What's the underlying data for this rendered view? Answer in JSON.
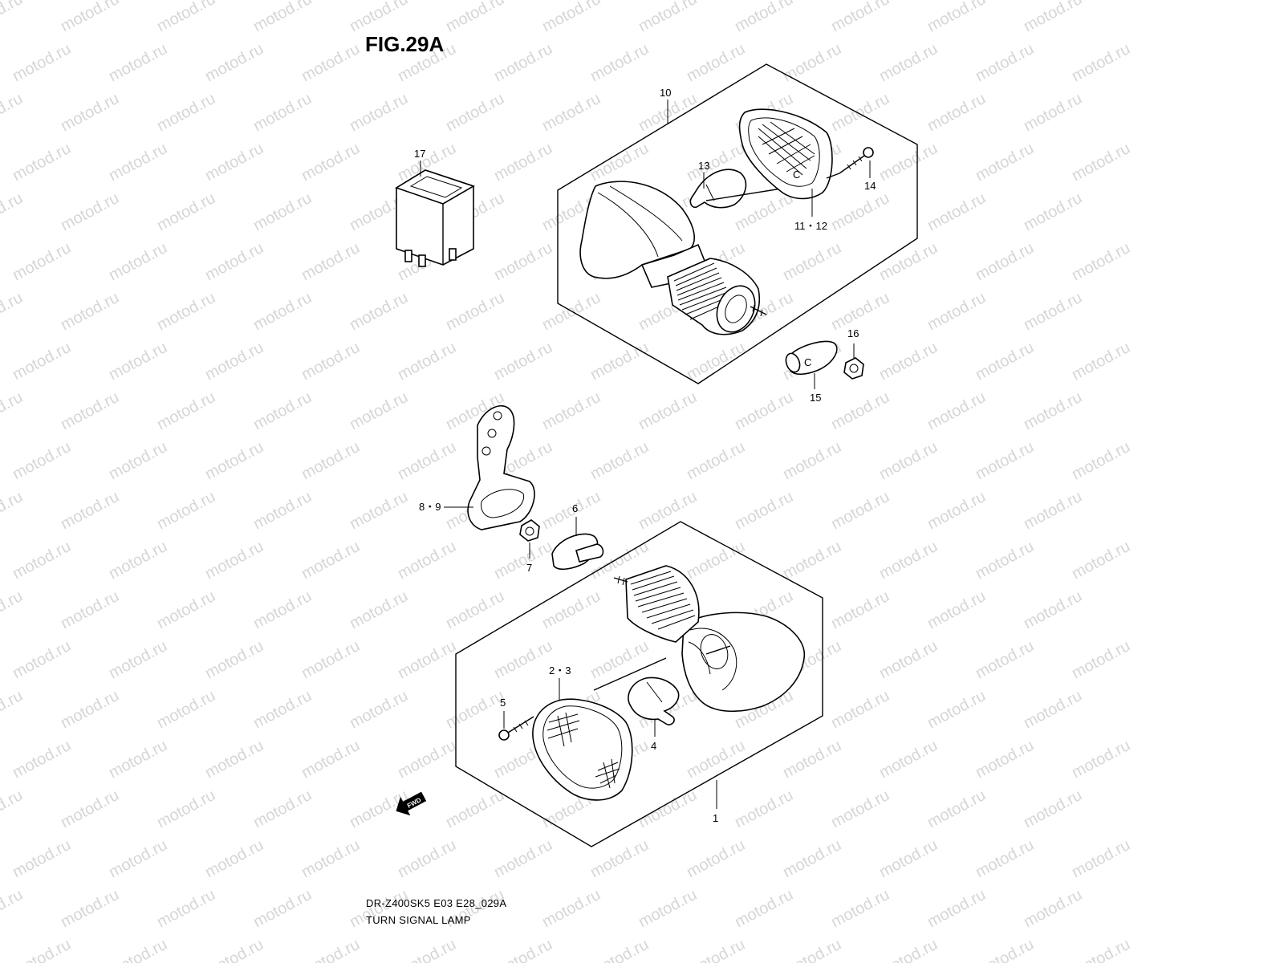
{
  "figure": {
    "title": "FIG.29A",
    "code": "DR-Z400SK5 E03 E28_029A",
    "caption": "TURN SIGNAL LAMP",
    "watermark": "motod.ru"
  },
  "callouts": {
    "p1": "1",
    "p2_3": "2・3",
    "p4": "4",
    "p5": "5",
    "p6": "6",
    "p7": "7",
    "p8_9": "8・9",
    "p10": "10",
    "p11_12": "11・12",
    "p13": "13",
    "p14": "14",
    "p15": "15",
    "p16": "16",
    "p17": "17"
  },
  "arrow": {
    "label": "FWD"
  }
}
